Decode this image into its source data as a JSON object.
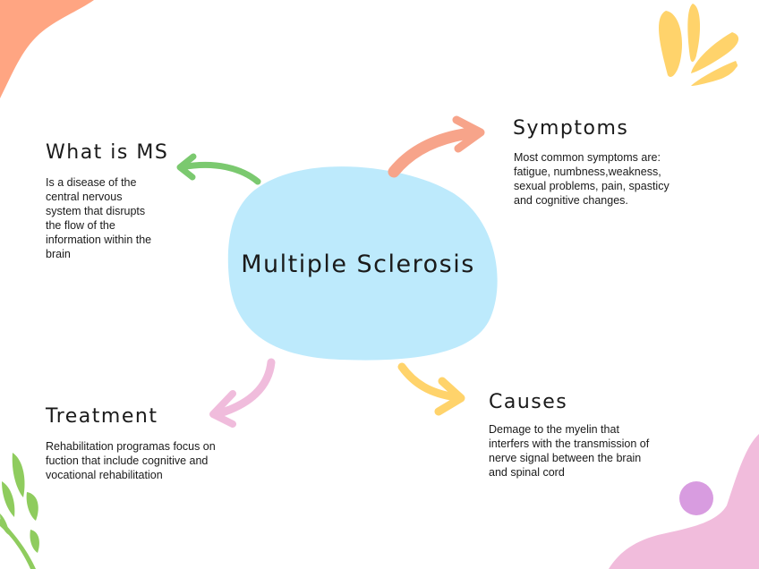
{
  "center": {
    "title": "Multiple Sclerosis"
  },
  "nodes": {
    "what_is_ms": {
      "title": "What is MS",
      "lines": [
        "Is a disease of the",
        "central nervous",
        "system that disrupts",
        "the flow of the",
        "information within the",
        "brain"
      ]
    },
    "symptoms": {
      "title": "Symptoms",
      "lines": [
        "Most common symptoms are:",
        "fatigue, numbness,weakness,",
        "sexual problems, pain, spasticy",
        "and cognitive changes."
      ]
    },
    "treatment": {
      "title": "Treatment",
      "lines": [
        "Rehabilitation programas focus on",
        "fuction that include cognitive and",
        "vocational rehabilitation"
      ]
    },
    "causes": {
      "title": "Causes",
      "lines": [
        "Demage to the myelin that",
        "interfers with the transmission of",
        "nerve signal between the brain",
        "and spinal cord"
      ]
    }
  },
  "colors": {
    "blob": "#bdeafc",
    "arrow_what_is_ms": "#7bc96f",
    "arrow_symptoms": "#f7a48a",
    "arrow_treatment": "#f0bcdc",
    "arrow_causes": "#ffd36b",
    "corner_top_left": "#ffa582",
    "corner_bottom_right": "#f1bcdc",
    "dot": "#d89ce0",
    "splash": "#ffd36b",
    "leaves": "#8fcc5e"
  }
}
